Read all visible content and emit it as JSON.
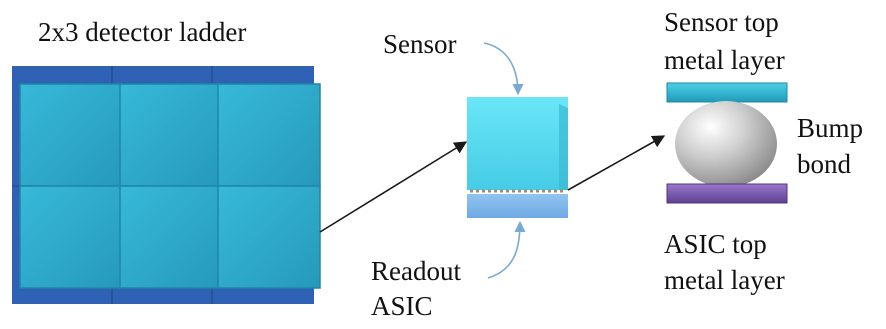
{
  "ladder": {
    "title": "2x3 detector ladder",
    "rows": 2,
    "cols": 3
  },
  "pixel_stack": {
    "sensor_label": "Sensor",
    "readout_line1": "Readout",
    "readout_line2": "ASIC"
  },
  "bump_detail": {
    "sensor_layer_line1": "Sensor top",
    "sensor_layer_line2": "metal layer",
    "bump_line1": "Bump",
    "bump_line2": "bond",
    "asic_layer_line1": "ASIC top",
    "asic_layer_line2": "metal layer"
  },
  "colors": {
    "tile_face": "#2ea9c9",
    "tile_back": "#2f62b4",
    "sensor": "#53d8ee",
    "readout": "#7fb6ec",
    "sensor_metal": "#2ab4cf",
    "asic_metal": "#7b55b0",
    "bump": "#bdbdbd",
    "arrow": "#1a1a1a",
    "callout": "#7aa9d6"
  }
}
